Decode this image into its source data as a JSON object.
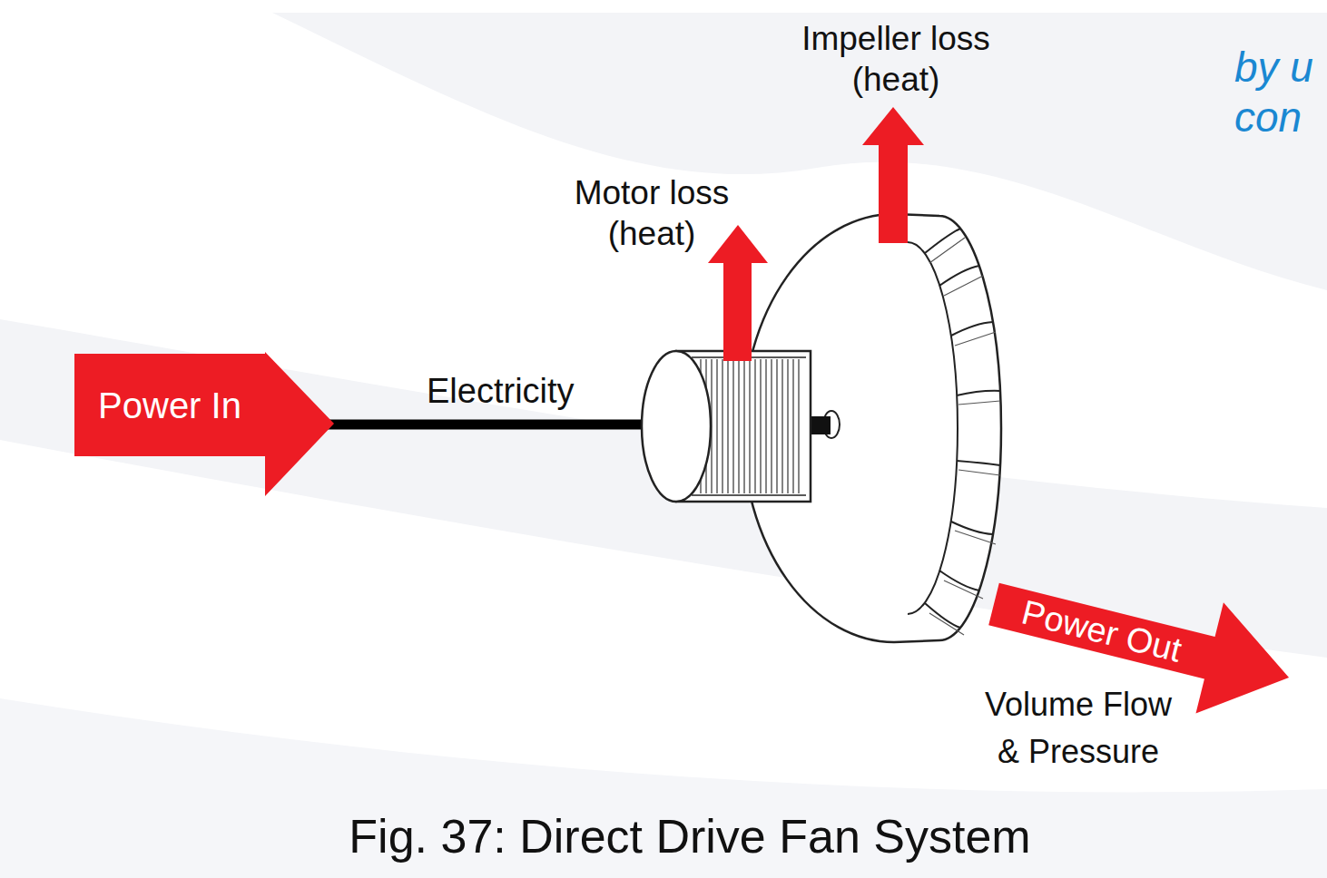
{
  "diagram": {
    "caption": "Fig. 37: Direct Drive Fan System",
    "nodes": [
      {
        "text": [
          "Power In"
        ]
      },
      {
        "text": [
          "Motor loss (heat)"
        ]
      },
      {
        "text": [
          "Impeller loss (heat)"
        ]
      },
      {
        "text": [
          "Power Out",
          "Volume Flow & Pressure"
        ]
      }
    ],
    "labels": [
      "by u",
      "con",
      "Electricity"
    ]
  }
}
